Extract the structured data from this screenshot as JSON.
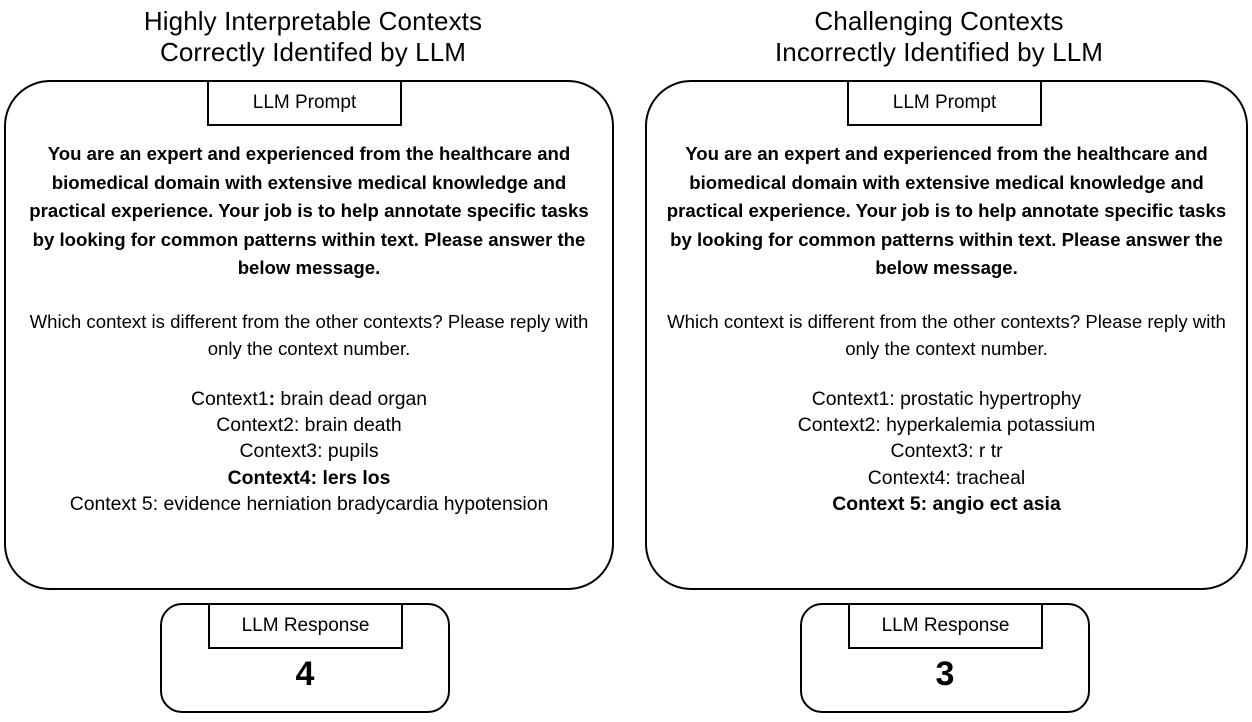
{
  "panels": [
    {
      "title_line1": "Highly Interpretable Contexts",
      "title_line2": "Correctly Identifed by LLM",
      "prompt_label": "LLM Prompt",
      "system_prompt": "You are an expert and experienced from the healthcare and biomedical domain with extensive medical knowledge and practical experience. Your job is to help annotate specific tasks by looking for common patterns within text. Please answer the below message.",
      "user_question": "Which context is different from the other contexts? Please reply with only the context number.",
      "contexts": [
        {
          "label": "Context1",
          "separator": ":",
          "text": " brain dead organ",
          "bold": false,
          "bold_separator": true
        },
        {
          "label": "Context2",
          "separator": ":",
          "text": " brain death",
          "bold": false,
          "bold_separator": false
        },
        {
          "label": "Context3",
          "separator": ":",
          "text": " pupils",
          "bold": false,
          "bold_separator": false
        },
        {
          "label": "Context4",
          "separator": ":",
          "text": " lers los",
          "bold": true,
          "bold_separator": true
        },
        {
          "label": "Context 5",
          "separator": ":",
          "text": " evidence herniation bradycardia hypotension",
          "bold": false,
          "bold_separator": false
        }
      ],
      "response_label": "LLM Response",
      "response_value": "4"
    },
    {
      "title_line1": "Challenging Contexts",
      "title_line2": "Incorrectly Identified by LLM",
      "prompt_label": "LLM Prompt",
      "system_prompt": "You are an expert and experienced from the healthcare and biomedical domain with extensive medical knowledge and practical experience. Your job is to help annotate specific tasks by looking for common patterns within text. Please answer the below message.",
      "user_question": "Which context is different from the other contexts? Please reply with only the context number.",
      "contexts": [
        {
          "label": "Context1",
          "separator": ":",
          "text": " prostatic hypertrophy",
          "bold": false,
          "bold_separator": false
        },
        {
          "label": "Context2",
          "separator": ":",
          "text": " hyperkalemia potassium",
          "bold": false,
          "bold_separator": false
        },
        {
          "label": "Context3",
          "separator": ":",
          "text": " r tr",
          "bold": false,
          "bold_separator": false
        },
        {
          "label": "Context4",
          "separator": ":",
          "text": " tracheal",
          "bold": false,
          "bold_separator": false
        },
        {
          "label": "Context 5",
          "separator": ":",
          "text": " angio ect asia",
          "bold": true,
          "bold_separator": true
        }
      ],
      "response_label": "LLM Response",
      "response_value": "3"
    }
  ],
  "colors": {
    "stroke": "#000000",
    "background": "#ffffff",
    "text": "#000000"
  }
}
